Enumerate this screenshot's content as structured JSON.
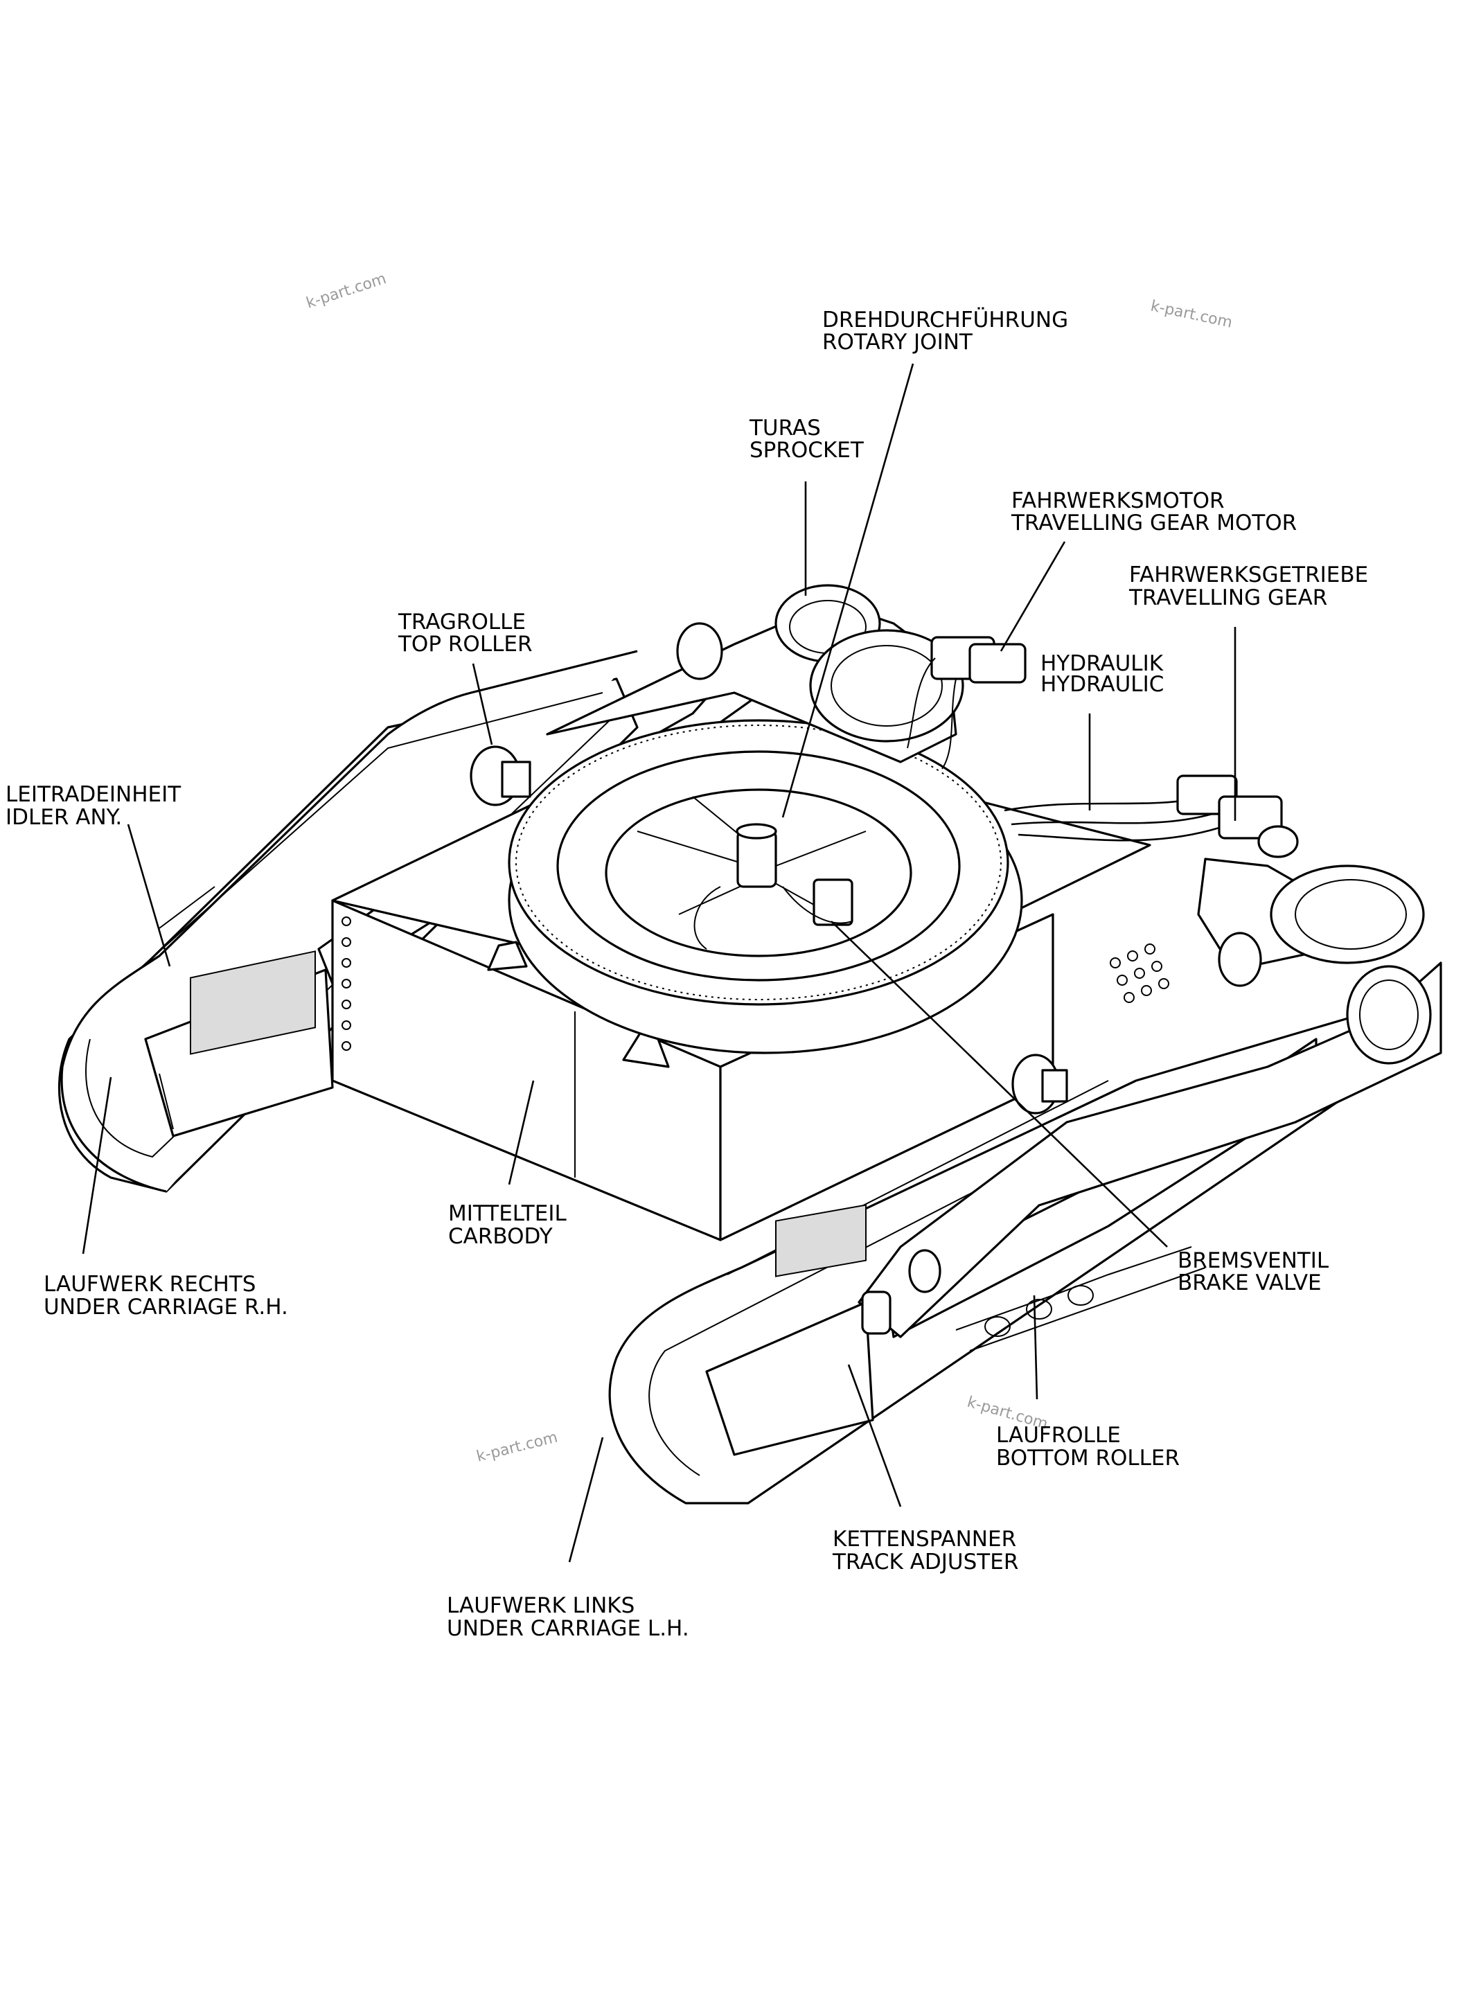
{
  "labels": {
    "rotary_joint": {
      "de": "DREHDURCHFÜHRUNG",
      "en": "ROTARY JOINT"
    },
    "sprocket": {
      "de": "TURAS",
      "en": "SPROCKET"
    },
    "travel_motor": {
      "de": "FAHRWERKSMOTOR",
      "en": "TRAVELLING GEAR MOTOR"
    },
    "travel_gear": {
      "de": "FAHRWERKSGETRIEBE",
      "en": "TRAVELLING GEAR"
    },
    "hydraulic": {
      "de": "HYDRAULIK",
      "en": "HYDRAULIC"
    },
    "top_roller": {
      "de": "TRAGROLLE",
      "en": "TOP ROLLER"
    },
    "idler": {
      "de": "LEITRADEINHEIT",
      "en": "IDLER ANY."
    },
    "carbody": {
      "de": "MITTELTEIL",
      "en": "CARBODY"
    },
    "undercarriage_rh": {
      "de": "LAUFWERK RECHTS",
      "en": "UNDER CARRIAGE R.H."
    },
    "brake_valve": {
      "de": "BREMSVENTIL",
      "en": "BRAKE VALVE"
    },
    "bottom_roller": {
      "de": "LAUFROLLE",
      "en": "BOTTOM ROLLER"
    },
    "track_adjuster": {
      "de": "KETTENSPANNER",
      "en": "TRACK ADJUSTER"
    },
    "undercarriage_lh": {
      "de": "LAUFWERK LINKS",
      "en": "UNDER CARRIAGE L.H."
    }
  },
  "watermarks": [
    "k-part.com",
    "k-part.com",
    "k-part.com",
    "k-part.com"
  ]
}
